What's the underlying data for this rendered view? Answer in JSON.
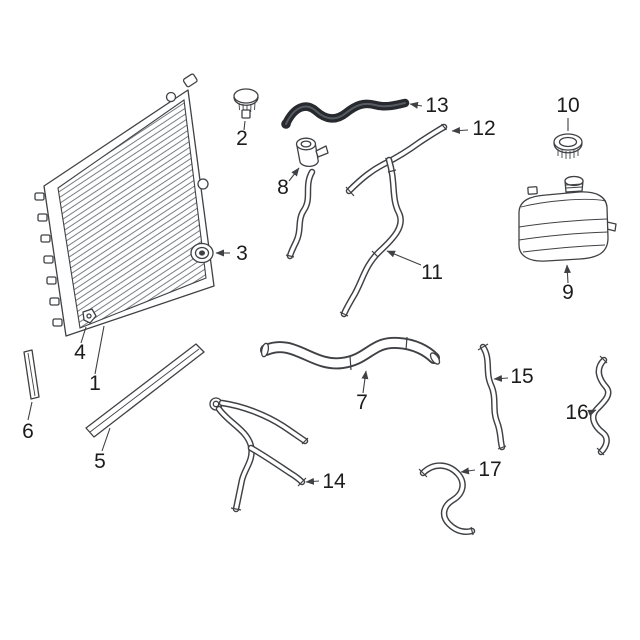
{
  "diagram": {
    "type": "exploded-parts-diagram",
    "highlighted_part": "13",
    "labels": [
      "1",
      "2",
      "3",
      "4",
      "5",
      "6",
      "7",
      "8",
      "9",
      "10",
      "11",
      "12",
      "13",
      "14",
      "15",
      "16",
      "17"
    ],
    "colors": {
      "background": "#ffffff",
      "line": "#3f4144",
      "highlight": "#26292d",
      "text": "#1c1c1c"
    }
  }
}
